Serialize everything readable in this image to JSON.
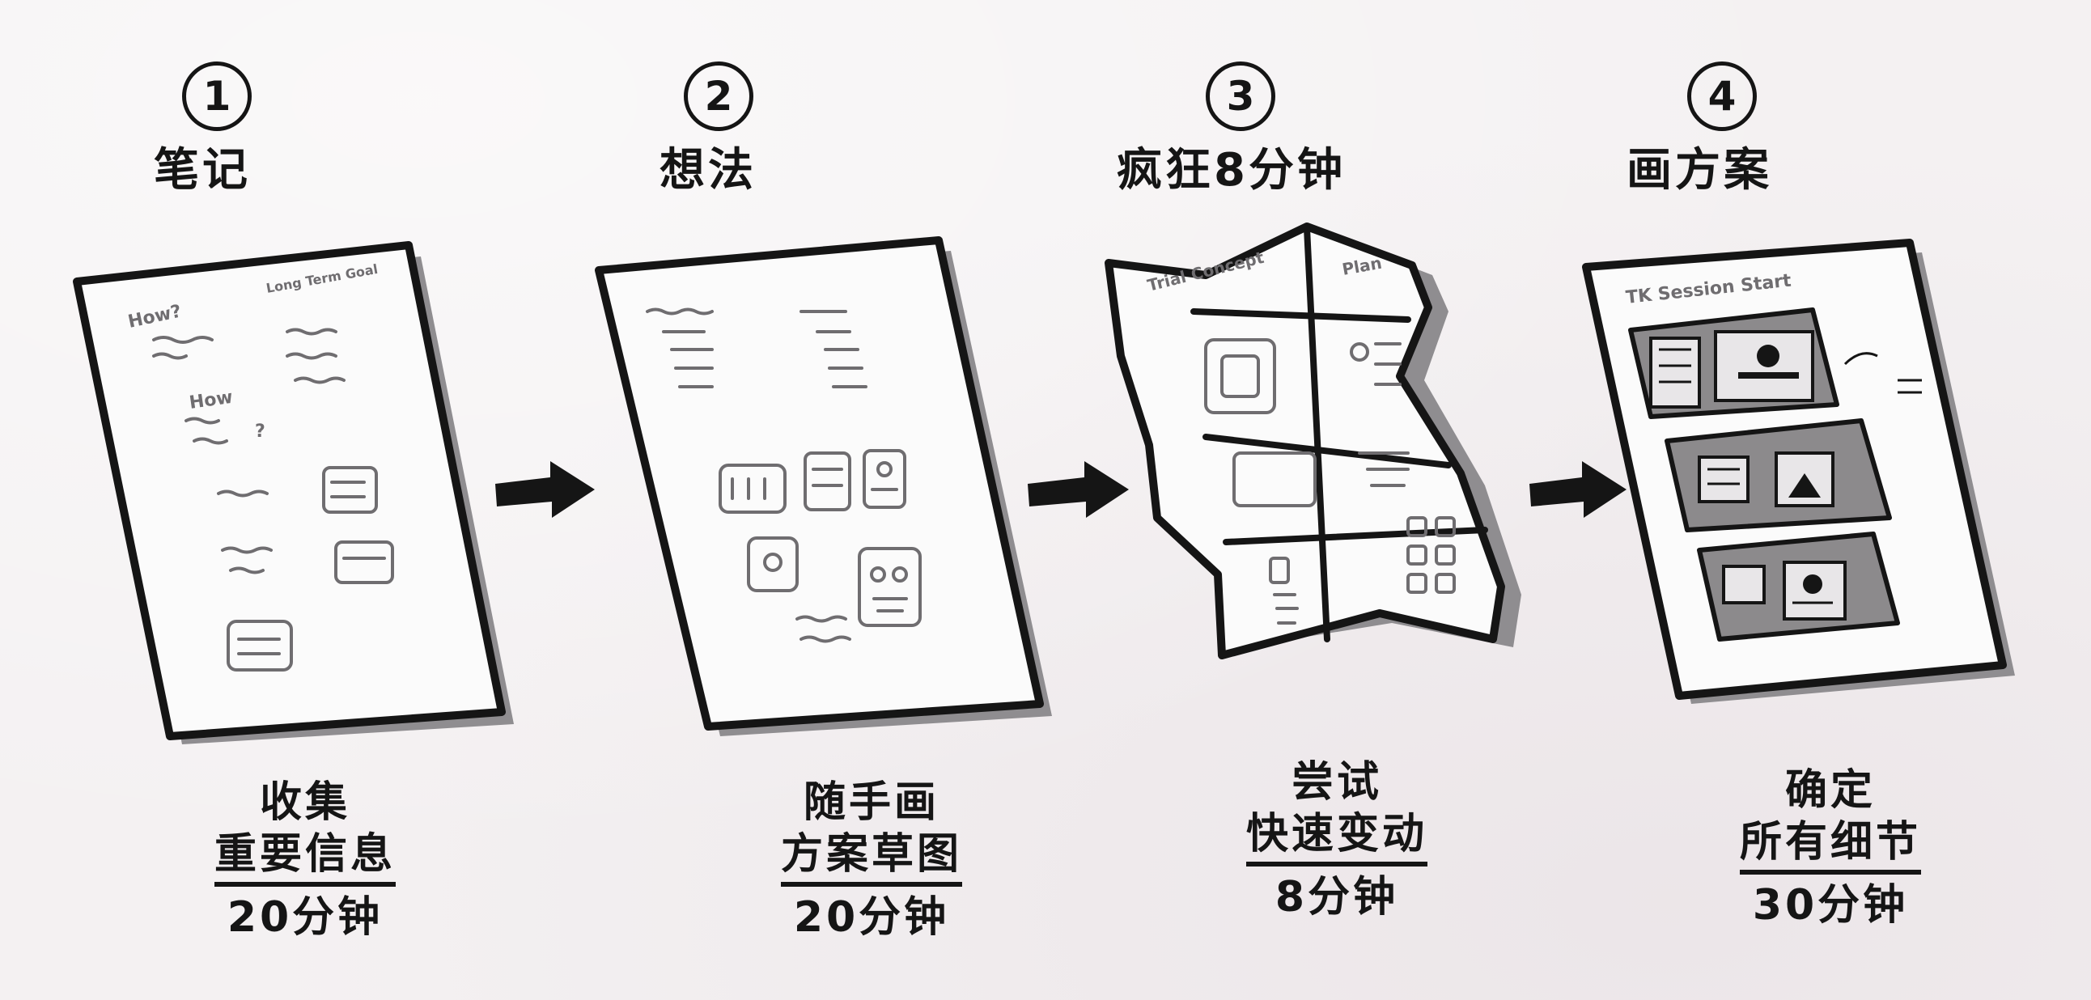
{
  "steps": [
    {
      "number": "1",
      "title": "笔记",
      "caption_lines": [
        "收集",
        "重要信息"
      ],
      "time": "20分钟",
      "icon": "notes-sheet"
    },
    {
      "number": "2",
      "title": "想法",
      "caption_lines": [
        "随手画",
        "方案草图"
      ],
      "time": "20分钟",
      "icon": "ideas-sheet"
    },
    {
      "number": "3",
      "title": "疯狂8分钟",
      "caption_lines": [
        "尝试",
        "快速变动"
      ],
      "time": "8分钟",
      "icon": "crazy-eights-sheet"
    },
    {
      "number": "4",
      "title": "画方案",
      "caption_lines": [
        "确定",
        "所有细节"
      ],
      "time": "30分钟",
      "icon": "solution-sketch-sheet"
    }
  ],
  "sheet_scribbles": {
    "notes": [
      "How?",
      "Long Term Goal",
      "How",
      "?"
    ],
    "crazy_eights": [
      "Trial Concept",
      "Plan"
    ],
    "solution": "TK Session Start"
  },
  "colors": {
    "ink": "#151515",
    "paper": "#fbfbfb",
    "shadow": "#8f8d90",
    "panel": "#8c8a8c",
    "pencil": "#6f6d70"
  }
}
